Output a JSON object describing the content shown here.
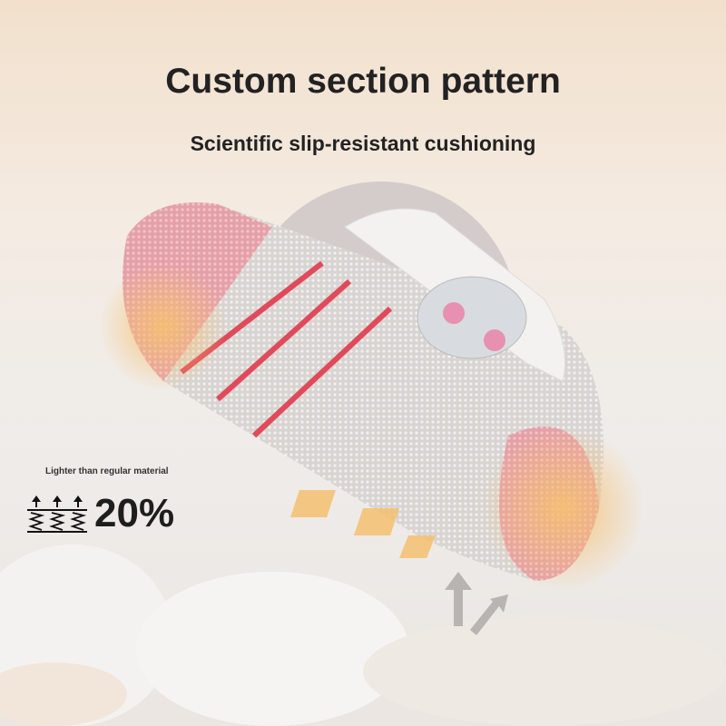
{
  "header": {
    "title": "Custom section pattern",
    "subtitle": "Scientific slip-resistant cushioning"
  },
  "feature": {
    "label": "Lighter than regular material",
    "value": "20%",
    "icon": "spring-cushion-icon"
  },
  "colors": {
    "accent": "#f0b860",
    "sole_pink": "#e8a0a8",
    "stripe_red": "#e04a5a"
  }
}
